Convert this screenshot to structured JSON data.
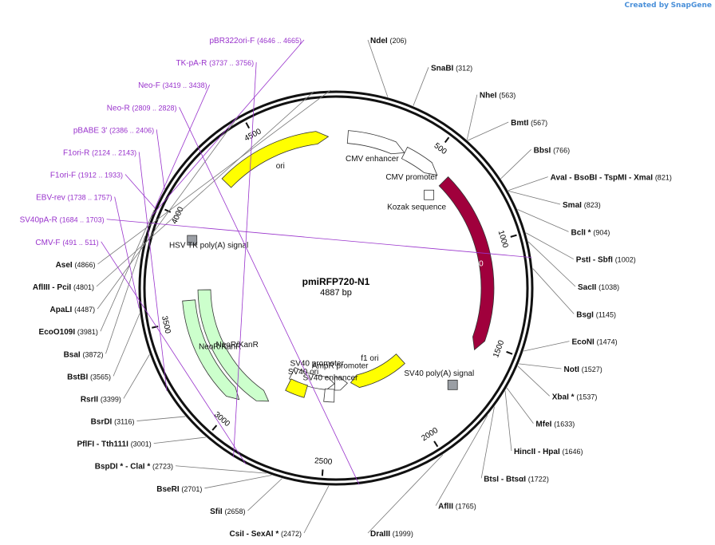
{
  "brand": {
    "prefix": "Created by",
    "name": "SnapGene"
  },
  "plasmid": {
    "name": "pmiRFP720-N1",
    "length_label": "4887 bp",
    "length": 4887
  },
  "tick_labels": [
    "500",
    "1000",
    "1500",
    "2000",
    "2500",
    "3000",
    "3500",
    "4000",
    "4500"
  ],
  "features": [
    {
      "name": "CMV enhancer",
      "start": 61,
      "end": 364,
      "strand": 1,
      "kind": "enhancer"
    },
    {
      "name": "CMV promoter",
      "start": 365,
      "end": 568,
      "strand": 1,
      "kind": "promoter"
    },
    {
      "name": "Kozak sequence",
      "start": 606,
      "end": 615,
      "strand": 0,
      "kind": "misc"
    },
    {
      "name": "iRFP720",
      "start": 614,
      "end": 1548,
      "strand": 1,
      "kind": "cds"
    },
    {
      "name": "SV40 poly(A) signal",
      "start": 1700,
      "end": 1821,
      "strand": 0,
      "kind": "polyA"
    },
    {
      "name": "f1 ori",
      "start": 1868,
      "end": 2323,
      "strand": 1,
      "kind": "ori"
    },
    {
      "name": "AmpR promoter",
      "start": 2350,
      "end": 2454,
      "strand": -1,
      "kind": "promoter"
    },
    {
      "name": "SV40 promoter",
      "start": 2456,
      "end": 2813,
      "strand": -1,
      "kind": "promoter"
    },
    {
      "name": "SV40 enhancer",
      "start": 2456,
      "end": 2527,
      "strand": 0,
      "kind": "enhancer"
    },
    {
      "name": "SV40 ori",
      "start": 2664,
      "end": 2800,
      "strand": 0,
      "kind": "ori"
    },
    {
      "name": "NeoR/KanR",
      "start": 2861,
      "end": 3655,
      "strand": -1,
      "kind": "cds"
    },
    {
      "name": "NeoR/KanR",
      "start": 3000,
      "end": 3600,
      "strand": -1,
      "kind": "cds_inner"
    },
    {
      "name": "HSV TK poly(A) signal",
      "start": 3891,
      "end": 3939,
      "strand": 0,
      "kind": "polyA"
    },
    {
      "name": "ori",
      "start": 4260,
      "end": 4848,
      "strand": 1,
      "kind": "ori"
    }
  ],
  "site_labels": [
    {
      "text": "AseI",
      "pos": "(4866)"
    },
    {
      "text": "NdeI",
      "pos": "(206)"
    },
    {
      "text": "SnaBI",
      "pos": "(312)"
    },
    {
      "text": "NheI",
      "pos": "(563)"
    },
    {
      "text": "BmtI",
      "pos": "(567)"
    },
    {
      "text": "BbsI",
      "pos": "(766)"
    },
    {
      "text": "AvaI  - BsoBI  - TspMI  - XmaI",
      "pos": "(821)"
    },
    {
      "text": "SmaI",
      "pos": "(823)"
    },
    {
      "text": "BclI *",
      "pos": "(904)"
    },
    {
      "text": "PstI  - SbfI",
      "pos": "(1002)"
    },
    {
      "text": "SacII",
      "pos": "(1038)"
    },
    {
      "text": "BsgI",
      "pos": "(1145)"
    },
    {
      "text": "EcoNI",
      "pos": "(1474)"
    },
    {
      "text": "NotI",
      "pos": "(1527)"
    },
    {
      "text": "XbaI *",
      "pos": "(1537)"
    },
    {
      "text": "MfeI",
      "pos": "(1633)"
    },
    {
      "text": "HincII  - HpaI",
      "pos": "(1646)"
    },
    {
      "text": "BtsI  - BtsαI",
      "pos": "(1722)"
    },
    {
      "text": "AflII",
      "pos": "(1765)"
    },
    {
      "text": "DraIII",
      "pos": "(1999)"
    },
    {
      "text": "CsiI  - SexAI *",
      "pos": "(2472)"
    },
    {
      "text": "SfiI",
      "pos": "(2658)"
    },
    {
      "text": "BseRI",
      "pos": "(2701)"
    },
    {
      "text": "BspDI *  - ClaI *",
      "pos": "(2723)"
    },
    {
      "text": "PflFI  - Tth111I",
      "pos": "(3001)"
    },
    {
      "text": "BsrDI",
      "pos": "(3116)"
    },
    {
      "text": "RsrII",
      "pos": "(3399)"
    },
    {
      "text": "BstBI",
      "pos": "(3565)"
    },
    {
      "text": "BsaI",
      "pos": "(3872)"
    },
    {
      "text": "EcoO109I",
      "pos": "(3981)"
    },
    {
      "text": "ApaLI",
      "pos": "(4487)"
    },
    {
      "text": "AflIII  - PciI",
      "pos": "(4801)"
    }
  ],
  "primer_labels": [
    {
      "text": "pBR322ori-F",
      "pos": "(4646 .. 4665)"
    },
    {
      "text": "CMV-F",
      "pos": "(491 .. 511)"
    },
    {
      "text": "TK-pA-R",
      "pos": "(3737 .. 3756)"
    },
    {
      "text": "Neo-F",
      "pos": "(3419 .. 3438)"
    },
    {
      "text": "SV40pA-R",
      "pos": "(1684 .. 1703)"
    },
    {
      "text": "EBV-rev",
      "pos": "(1738 .. 1757)"
    },
    {
      "text": "F1ori-F",
      "pos": "(1912 .. 1933)"
    },
    {
      "text": "F1ori-R",
      "pos": "(2124 .. 2143)"
    },
    {
      "text": "pBABE 3'",
      "pos": "(2386 .. 2406)"
    },
    {
      "text": "Neo-R",
      "pos": "(2809 .. 2828)"
    }
  ],
  "colors": {
    "backbone": "#111111",
    "primer": "#9933cc",
    "site_line": "#777777",
    "cds": "#a0003c",
    "ori": "#ffff00",
    "promoter": "#ffffff",
    "enhancer": "#ffffff",
    "polyA": "#9a9ea4",
    "neo": "#ccffcc",
    "primer_bind_orange": "#f0a030",
    "primer_bind_green": "#55aa22"
  }
}
